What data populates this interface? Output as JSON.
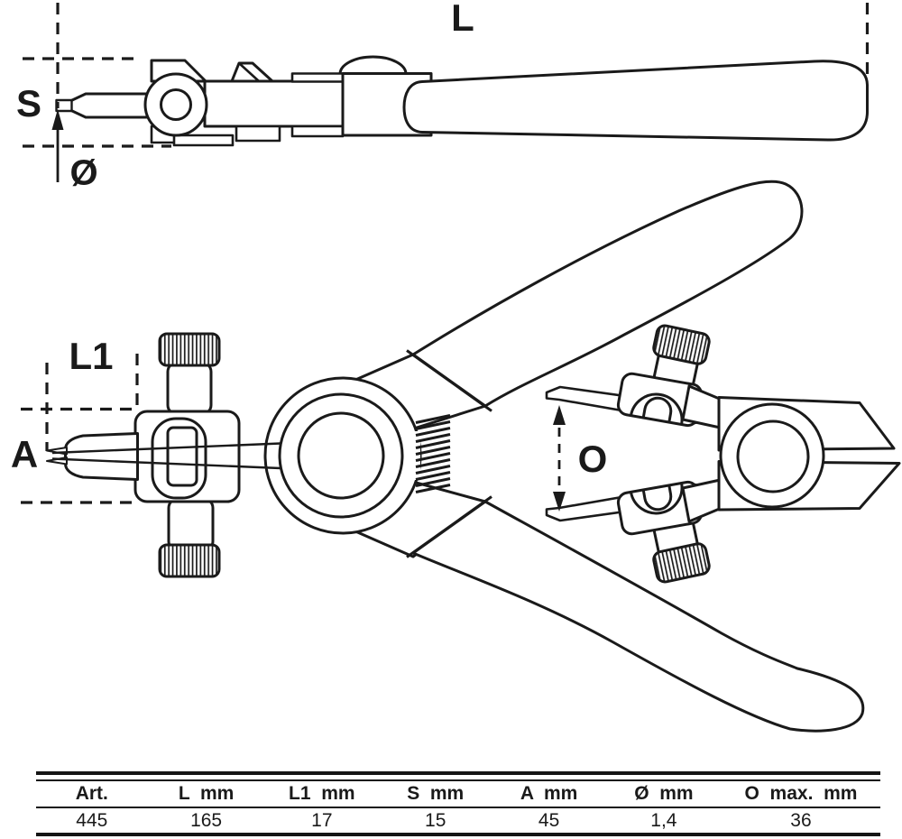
{
  "drawing": {
    "side_view": {
      "length_label": "L",
      "tip_label": "S",
      "diameter_label": "Ø"
    },
    "front_view": {
      "head_length_label": "L1",
      "tip_spread_label": "A",
      "opening_label": "O"
    }
  },
  "table": {
    "headers": [
      "Art.",
      "L  mm",
      "L1  mm",
      "S  mm",
      "A  mm",
      "Ø  mm",
      "O  max.  mm"
    ],
    "values": [
      "445",
      "165",
      "17",
      "15",
      "45",
      "1,4",
      "36"
    ]
  }
}
